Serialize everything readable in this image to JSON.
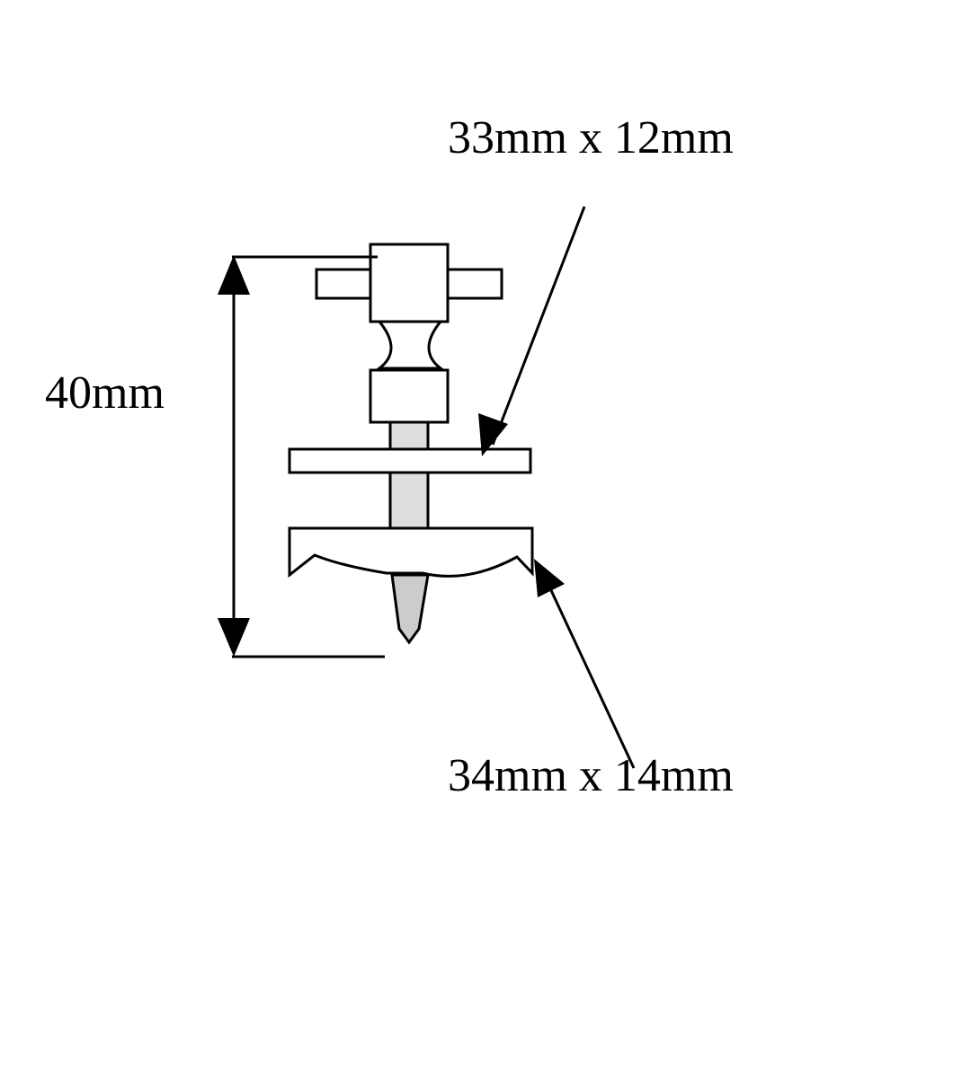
{
  "labels": {
    "height": "40mm",
    "top_washer": "33mm x 12mm",
    "bottom_cap": "34mm x 14mm"
  }
}
